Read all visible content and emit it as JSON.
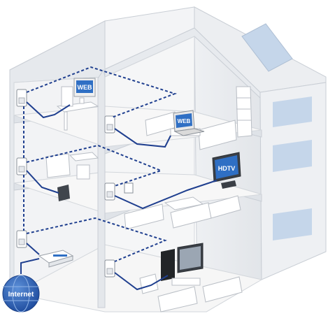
{
  "screens": {
    "web_top_left": "WEB",
    "web_laptop": "WEB",
    "hdtv": "HDTV"
  },
  "globe": {
    "label": "Internet"
  },
  "colors": {
    "wall_front": "#e9ecef",
    "wall_side": "#f4f5f7",
    "roof": "#f0f1f3",
    "floor": "#f6f6f6",
    "window": "#c5d6ea",
    "cable": "#1f3f8f",
    "wireless": "#1f3f8f",
    "furniture": "#ffffff",
    "screen_blue": "#2f6fc4",
    "globe": "#2459b0"
  }
}
